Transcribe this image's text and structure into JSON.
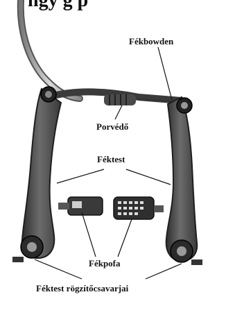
{
  "heading_fragment": "ngy  g p",
  "labels": {
    "cable": "Fékbowden",
    "dust_cover": "Porvédő",
    "brake_body": "Féktest",
    "brake_pad": "Fékpofa",
    "mounting_bolts": "Féktest rögzítőcsavarjai"
  }
}
